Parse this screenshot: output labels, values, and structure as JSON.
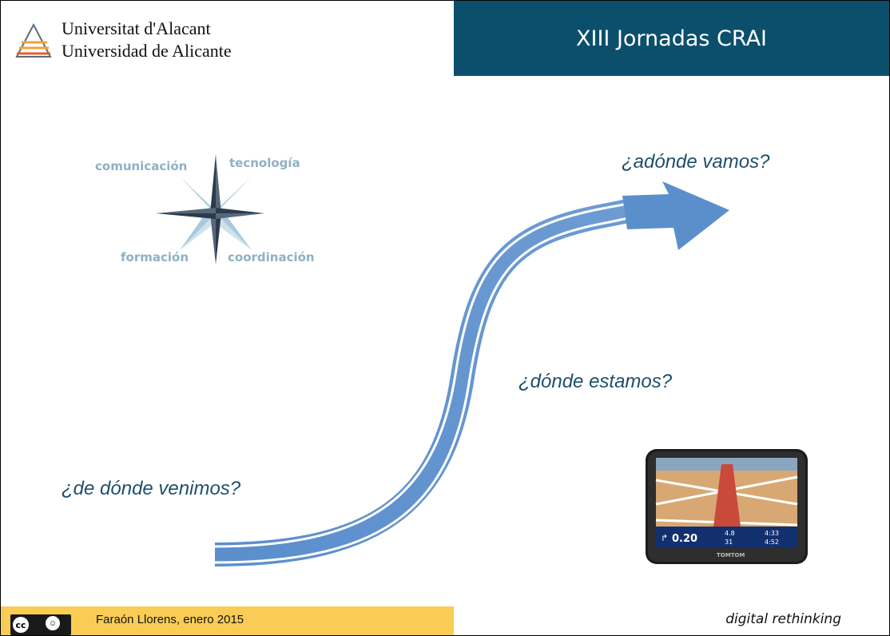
{
  "header": {
    "institution_line_1": "Universitat d'Alacant",
    "institution_line_2": "Universidad de Alicante",
    "title": "XIII Jornadas CRAI"
  },
  "compass": {
    "top_left": "comunicación",
    "top_right": "tecnología",
    "bottom_left": "formación",
    "bottom_right": "coordinación"
  },
  "questions": {
    "past": "¿de dónde venimos?",
    "present": "¿dónde estamos?",
    "future": "¿adónde vamos?"
  },
  "gps_device": {
    "brand": "TOMTOM",
    "turn_distance": "0.20",
    "distance_value": "4.8",
    "speed_value": "31",
    "time_1": "4:33",
    "time_2": "4:52"
  },
  "footer": {
    "license_badge": "cc by",
    "author_date": "Faraón Llorens, enero 2015",
    "tagline": "digital rethinking"
  },
  "colors": {
    "header_bar": "#0b4f6c",
    "footer_bar": "#f9cd55",
    "question_text": "#1e4f6b",
    "road_blue": "#5b8fcc",
    "compass_text": "#8fb1c4"
  },
  "icons": [
    "university-logo-icon",
    "compass-rose-icon",
    "road-arrow-graphic",
    "gps-navigator-image",
    "creative-commons-icon"
  ]
}
